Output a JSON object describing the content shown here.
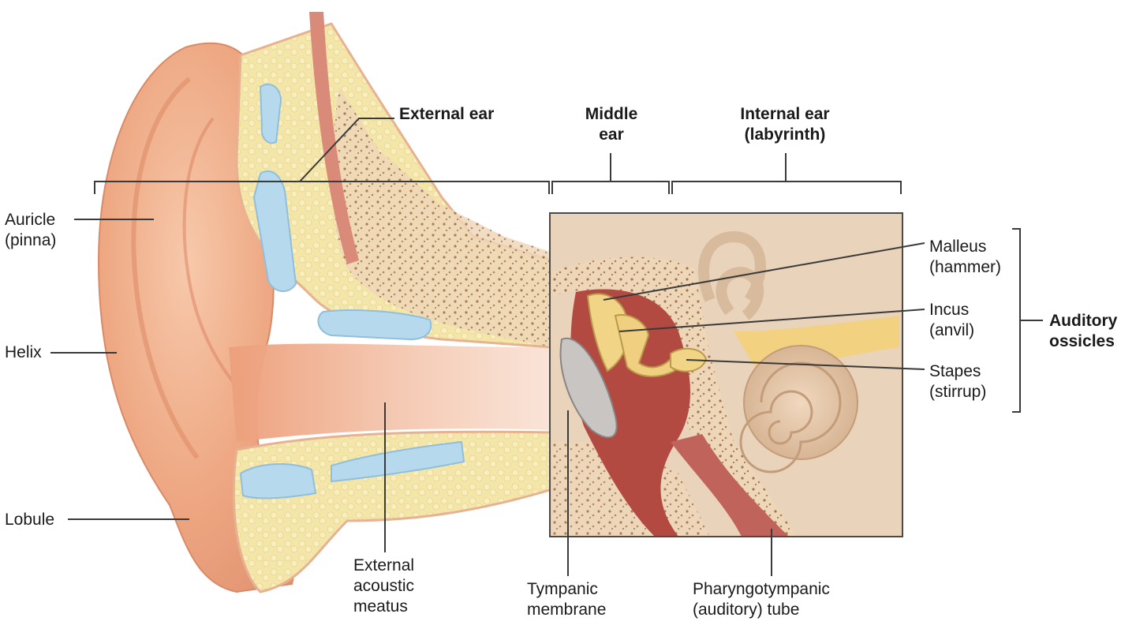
{
  "regions": {
    "external_ear": "External ear",
    "middle_ear": "Middle\near",
    "internal_ear": "Internal ear\n(labyrinth)"
  },
  "labels": {
    "auricle": "Auricle\n(pinna)",
    "helix": "Helix",
    "lobule": "Lobule",
    "external_acoustic_meatus": "External\nacoustic\nmeatus",
    "tympanic_membrane": "Tympanic\nmembrane",
    "pharyngotympanic_tube": "Pharyngotympanic\n(auditory) tube",
    "malleus": "Malleus\n(hammer)",
    "incus": "Incus\n(anvil)",
    "stapes": "Stapes\n(stirrup)",
    "auditory_ossicles": "Auditory\nossicles"
  }
}
